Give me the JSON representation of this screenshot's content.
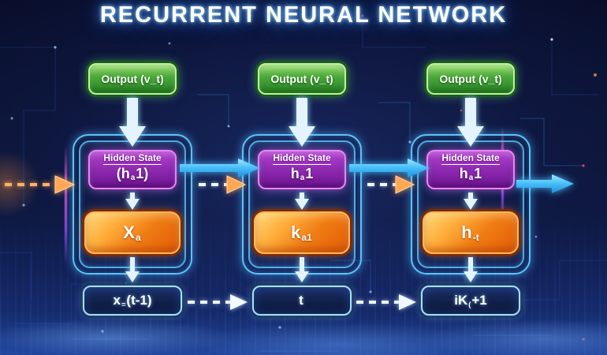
{
  "title": "RECURRENT NEURAL NETWORK",
  "colors": {
    "background_navy": "#0b1436",
    "accent_cyan": "#5fcdff",
    "output_green": "#47a838",
    "hidden_purple": "#8b27ad",
    "input_orange": "#f07c14",
    "time_box_navy": "#101f48",
    "dashed_arrow_orange": "#ffa753",
    "arrow_white": "#e3f4ff"
  },
  "columns": [
    {
      "output_label": "Output (v_t)",
      "hidden_state_title": "Hidden State",
      "hidden_state_pre": "(h",
      "hidden_state_sub": "a",
      "hidden_state_post": "1)",
      "input_pre": "X",
      "input_sub": "a",
      "input_post": "",
      "time_pre": "x",
      "time_sub": "=",
      "time_post": "(t-1)"
    },
    {
      "output_label": "Output (v_t)",
      "hidden_state_title": "Hidden State",
      "hidden_state_pre": "h",
      "hidden_state_sub": "a",
      "hidden_state_post": "1",
      "input_pre": "k",
      "input_sub": "a1",
      "input_post": "",
      "time_pre": "t",
      "time_sub": "",
      "time_post": ""
    },
    {
      "output_label": "Output (v_t)",
      "hidden_state_title": "Hidden State",
      "hidden_state_pre": "h",
      "hidden_state_sub": "a",
      "hidden_state_post": "1",
      "input_pre": "h",
      "input_sub": "-t",
      "input_post": "",
      "time_pre": "iK",
      "time_sub": "(",
      "time_post": "+1"
    }
  ]
}
